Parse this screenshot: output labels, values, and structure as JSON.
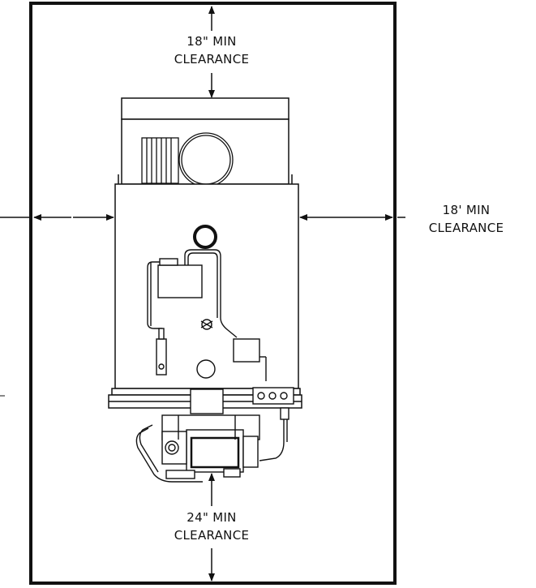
{
  "clearances": {
    "top": {
      "line1": "18\" MIN",
      "line2": "CLEARANCE"
    },
    "side": {
      "line1": "18' MIN",
      "line2": "CLEARANCE"
    },
    "bottom": {
      "line1": "24\" MIN",
      "line2": "CLEARANCE"
    }
  },
  "colors": {
    "line": "#111111",
    "background": "#ffffff"
  }
}
